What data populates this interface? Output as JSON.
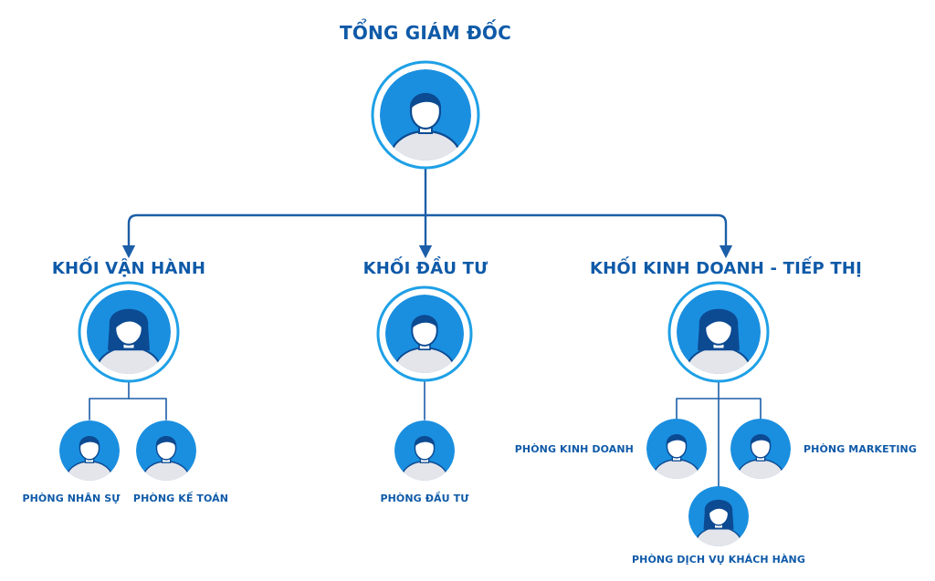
{
  "colors": {
    "primary_blue": "#0f5aa8",
    "ring_blue": "#1ea0e6",
    "fill_blue": "#1a8fe0",
    "hair_dark": "#0c4a92",
    "skin": "#ffffff",
    "shirt": "#e3e5ea",
    "line": "#1c5ea8"
  },
  "head": {
    "title": "TỔNG GIÁM ĐỐC",
    "icon": "person-avatar-icon"
  },
  "divisions": [
    {
      "title": "KHỐI VẬN HÀNH",
      "icon": "person-female-avatar-icon",
      "departments": [
        {
          "label": "PHÒNG NHÂN SỰ",
          "icon": "person-avatar-icon"
        },
        {
          "label": "PHÒNG KẾ TOÁN",
          "icon": "person-avatar-icon"
        }
      ]
    },
    {
      "title": "KHỐI ĐẦU TƯ",
      "icon": "person-avatar-icon",
      "departments": [
        {
          "label": "PHÒNG ĐẦU TƯ",
          "icon": "person-avatar-icon"
        }
      ]
    },
    {
      "title": "KHỐI KINH DOANH - TIẾP THỊ",
      "icon": "person-female-avatar-icon",
      "departments": [
        {
          "label": "PHÒNG KINH DOANH",
          "icon": "person-avatar-icon"
        },
        {
          "label": "PHÒNG MARKETING",
          "icon": "person-avatar-icon"
        },
        {
          "label": "PHÒNG DỊCH VỤ KHÁCH HÀNG",
          "icon": "person-female-avatar-icon"
        }
      ]
    }
  ]
}
